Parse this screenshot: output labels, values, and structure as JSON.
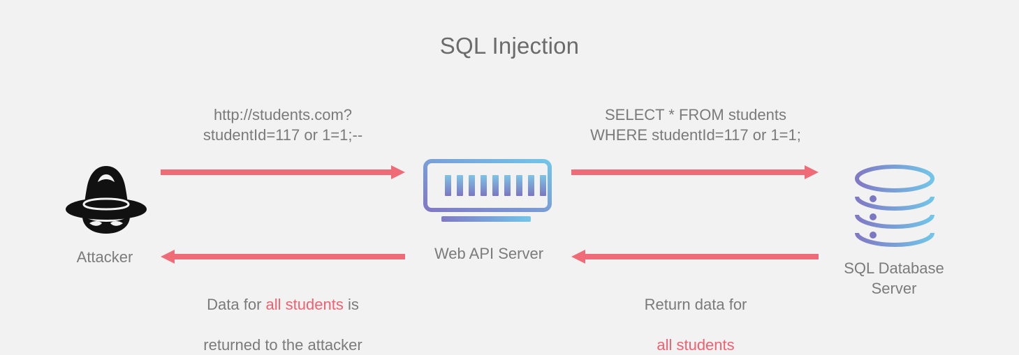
{
  "diagram": {
    "title": "SQL Injection",
    "background_color": "#f2f2f2",
    "arrow_color": "#ef6b78",
    "text_color": "#7a7a7a",
    "highlight_color": "#f2606f",
    "gradient_start": "#8079c4",
    "gradient_end": "#72c5e8"
  },
  "nodes": {
    "attacker": {
      "label": "Attacker",
      "icon": "attacker-hat-mask-icon"
    },
    "server": {
      "label": "Web API Server",
      "icon": "web-api-server-icon"
    },
    "database": {
      "label": "SQL Database\nServer",
      "icon": "sql-database-cylinder-icon"
    }
  },
  "flows": {
    "request": {
      "direction": "right",
      "from": "attacker",
      "to": "server",
      "text": "http://students.com?\nstudentId=117 or 1=1;--"
    },
    "query": {
      "direction": "right",
      "from": "server",
      "to": "database",
      "text": "SELECT * FROM students\nWHERE studentId=117 or 1=1;"
    },
    "return": {
      "direction": "left",
      "from": "database",
      "to": "server",
      "line1": "Return data for",
      "highlight": "all students"
    },
    "response": {
      "direction": "left",
      "from": "server",
      "to": "attacker",
      "prefix": "Data for ",
      "highlight": "all students",
      "suffix": " is",
      "line2": "returned to the attacker"
    }
  }
}
